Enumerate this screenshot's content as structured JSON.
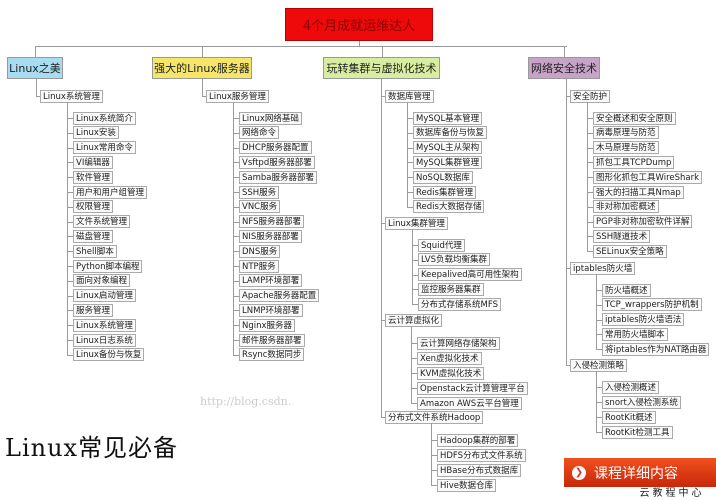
{
  "title": "4个月成就运维达人",
  "colors": {
    "title": "#ee0a0a",
    "branch_colors": [
      "#a8dcf2",
      "#f5e66a",
      "#d8eda0",
      "#c7a3c8"
    ]
  },
  "branches": [
    {
      "label": "Linux之美",
      "groups": [
        {
          "label": "Linux系统管理",
          "items": [
            "Linux系统简介",
            "Linux安装",
            "Linux常用命令",
            "VI编辑器",
            "软件管理",
            "用户和用户组管理",
            "权限管理",
            "文件系统管理",
            "磁盘管理",
            "Shell脚本",
            "Python脚本编程",
            "面向对象编程",
            "Linux启动管理",
            "服务管理",
            "Linux系统管理",
            "Linux日志系统",
            "Linux备份与恢复"
          ]
        }
      ]
    },
    {
      "label": "强大的Linux服务器",
      "groups": [
        {
          "label": "Linux服务管理",
          "items": [
            "Linux网络基础",
            "网络命令",
            "DHCP服务器配置",
            "Vsftpd服务器部署",
            "Samba服务器部署",
            "SSH服务",
            "VNC服务",
            "NFS服务器部署",
            "NIS服务器部署",
            "DNS服务",
            "NTP服务",
            "LAMP环境部署",
            "Apache服务器配置",
            "LNMP环境部署",
            "Nginx服务器",
            "邮件服务器部署",
            "Rsync数据同步"
          ]
        }
      ]
    },
    {
      "label": "玩转集群与虚拟化技术",
      "groups": [
        {
          "label": "数据库管理",
          "items": [
            "MySQL基本管理",
            "数据库备份与恢复",
            "MySQL主从架构",
            "MySQL集群管理",
            "NoSQL数据库",
            "Redis集群管理",
            "Redis大数据存储"
          ]
        },
        {
          "label": "Linux集群管理",
          "items": [
            "Squid代理",
            "LVS负载均衡集群",
            "Keepalived高可用性架构",
            "监控服务器集群",
            "分布式存储系统MFS"
          ]
        },
        {
          "label": "云计算虚拟化",
          "items": [
            "云计算网络存储架构",
            "Xen虚拟化技术",
            "KVM虚拟化技术",
            "Openstack云计算管理平台",
            "Amazon AWS云平台管理"
          ]
        },
        {
          "label": "分布式文件系统Hadoop",
          "items": [
            "Hadoop集群的部署",
            "HDFS分布式文件系统",
            "HBase分布式数据库",
            "Hive数据仓库"
          ]
        }
      ]
    },
    {
      "label": "网络安全技术",
      "groups": [
        {
          "label": "安全防护",
          "items": [
            "安全概述和安全原则",
            "病毒原理与防范",
            "木马原理与防范",
            "抓包工具TCPDump",
            "图形化抓包工具WireShark",
            "强大的扫描工具Nmap",
            "非对称加密概述",
            "PGP非对称加密软件详解",
            "SSH隧道技术",
            "SELinux安全策略"
          ]
        },
        {
          "label": "iptables防火墙",
          "items": [
            "防火墙概述",
            "TCP_wrappers防护机制",
            "iptables防火墙语法",
            "常用防火墙脚本",
            "将iptables作为NAT路由器"
          ]
        },
        {
          "label": "入侵检测策略",
          "items": [
            "入侵检测概述",
            "snort入侵检测系统",
            "RootKit概述",
            "RootKit检测工具"
          ]
        }
      ]
    }
  ],
  "overlay_text": "Linux常见必备",
  "watermark": "http://blog.csdn.",
  "course_button": {
    "icon": "chevron-right-icon",
    "label": "课程详细内容"
  },
  "footer_brand": "云教程中心"
}
